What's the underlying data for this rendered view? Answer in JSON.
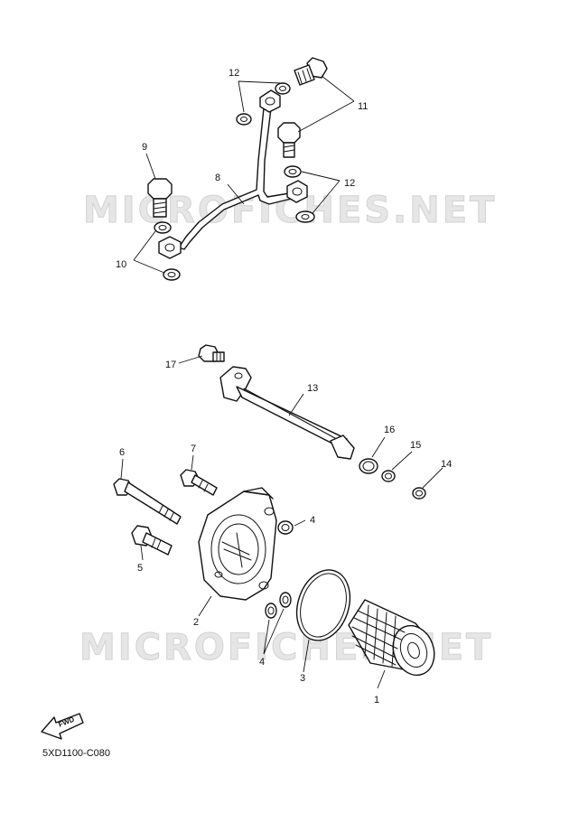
{
  "watermark": "MICROFICHES.NET",
  "fwd_label": "FWD",
  "diagram_code": "5XD1100-C080",
  "callouts": {
    "c1": "1",
    "c2": "2",
    "c3": "3",
    "c4a": "4",
    "c4b": "4",
    "c5": "5",
    "c6": "6",
    "c7": "7",
    "c8": "8",
    "c9": "9",
    "c10": "10",
    "c11": "11",
    "c12a": "12",
    "c12b": "12",
    "c13": "13",
    "c14": "14",
    "c15": "15",
    "c16": "16",
    "c17": "17"
  }
}
